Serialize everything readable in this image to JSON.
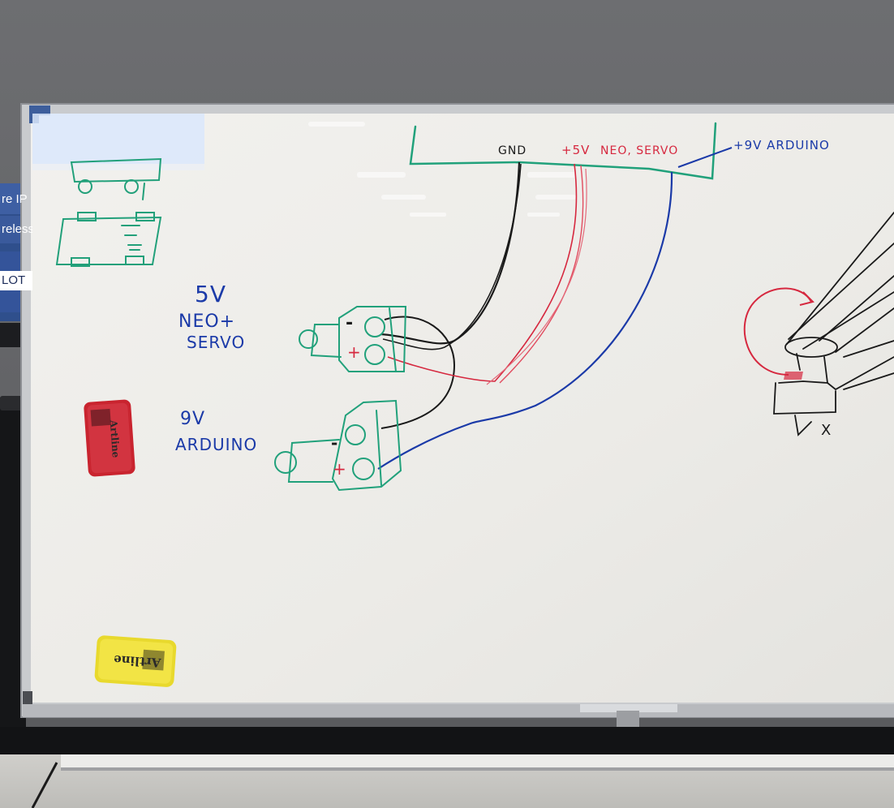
{
  "projector": {
    "lines": [
      "re IP",
      "reless",
      "LOT"
    ]
  },
  "board": {
    "labels": {
      "gnd": "GND",
      "plus5v": "+5V",
      "neo_servo": "NEO, SERVO",
      "plus9v_arduino": "+9V ARDUINO",
      "five_v": "5V",
      "neo_plus": "NEO+",
      "servo": "SERVO",
      "nine_v": "9V",
      "arduino": "ARDUINO",
      "x_mark": "X"
    },
    "terminal_signs": {
      "top_minus": "-",
      "top_plus": "+",
      "bottom_minus": "-",
      "bottom_plus": "+"
    }
  },
  "erasers": {
    "red_brand": "Artline",
    "yellow_brand": "Artline"
  },
  "colors": {
    "wall": "#5f6063",
    "board": "#eeedea",
    "frame": "#c9cbce",
    "marker_black": "#1a1a1a",
    "marker_red": "#d6283f",
    "marker_blue": "#1b3aa8",
    "marker_green": "#1f9d7a",
    "eraser_red": "#c9242f",
    "eraser_yellow": "#f0e23a"
  }
}
